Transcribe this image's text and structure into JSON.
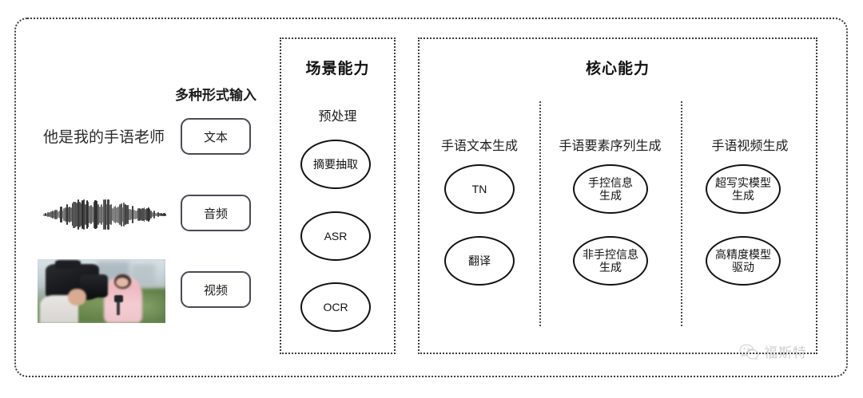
{
  "inputs": {
    "heading": "多种形式输入",
    "sample_sentence": "他是我的手语老师",
    "modalities": [
      {
        "label": "文本",
        "media": "text-sentence"
      },
      {
        "label": "音频",
        "media": "audio-waveform"
      },
      {
        "label": "视频",
        "media": "video-thumbnail"
      }
    ]
  },
  "scene_panel": {
    "title": "场景能力",
    "group_title": "预处理",
    "nodes": [
      "摘要抽取",
      "ASR",
      "OCR"
    ]
  },
  "core_panel": {
    "title": "核心能力",
    "columns": [
      {
        "title": "手语文本生成",
        "nodes": [
          {
            "line1": "TN",
            "line2": ""
          },
          {
            "line1": "翻译",
            "line2": ""
          }
        ]
      },
      {
        "title": "手语要素序列生成",
        "nodes": [
          {
            "line1": "手控信息",
            "line2": "生成"
          },
          {
            "line1": "非手控信息",
            "line2": "生成"
          }
        ]
      },
      {
        "title": "手语视频生成",
        "nodes": [
          {
            "line1": "超写实模型",
            "line2": "生成"
          },
          {
            "line1": "高精度模型",
            "line2": "驱动"
          }
        ]
      }
    ]
  },
  "watermark": {
    "text": "福斯特",
    "icon": "wechat-icon",
    "color": "#8d8d8d"
  },
  "colors": {
    "border": "#3a3a3a",
    "node_stroke": "#111111",
    "pill_stroke": "#4a4a56",
    "text": "#1c1c1c",
    "background": "#ffffff"
  }
}
